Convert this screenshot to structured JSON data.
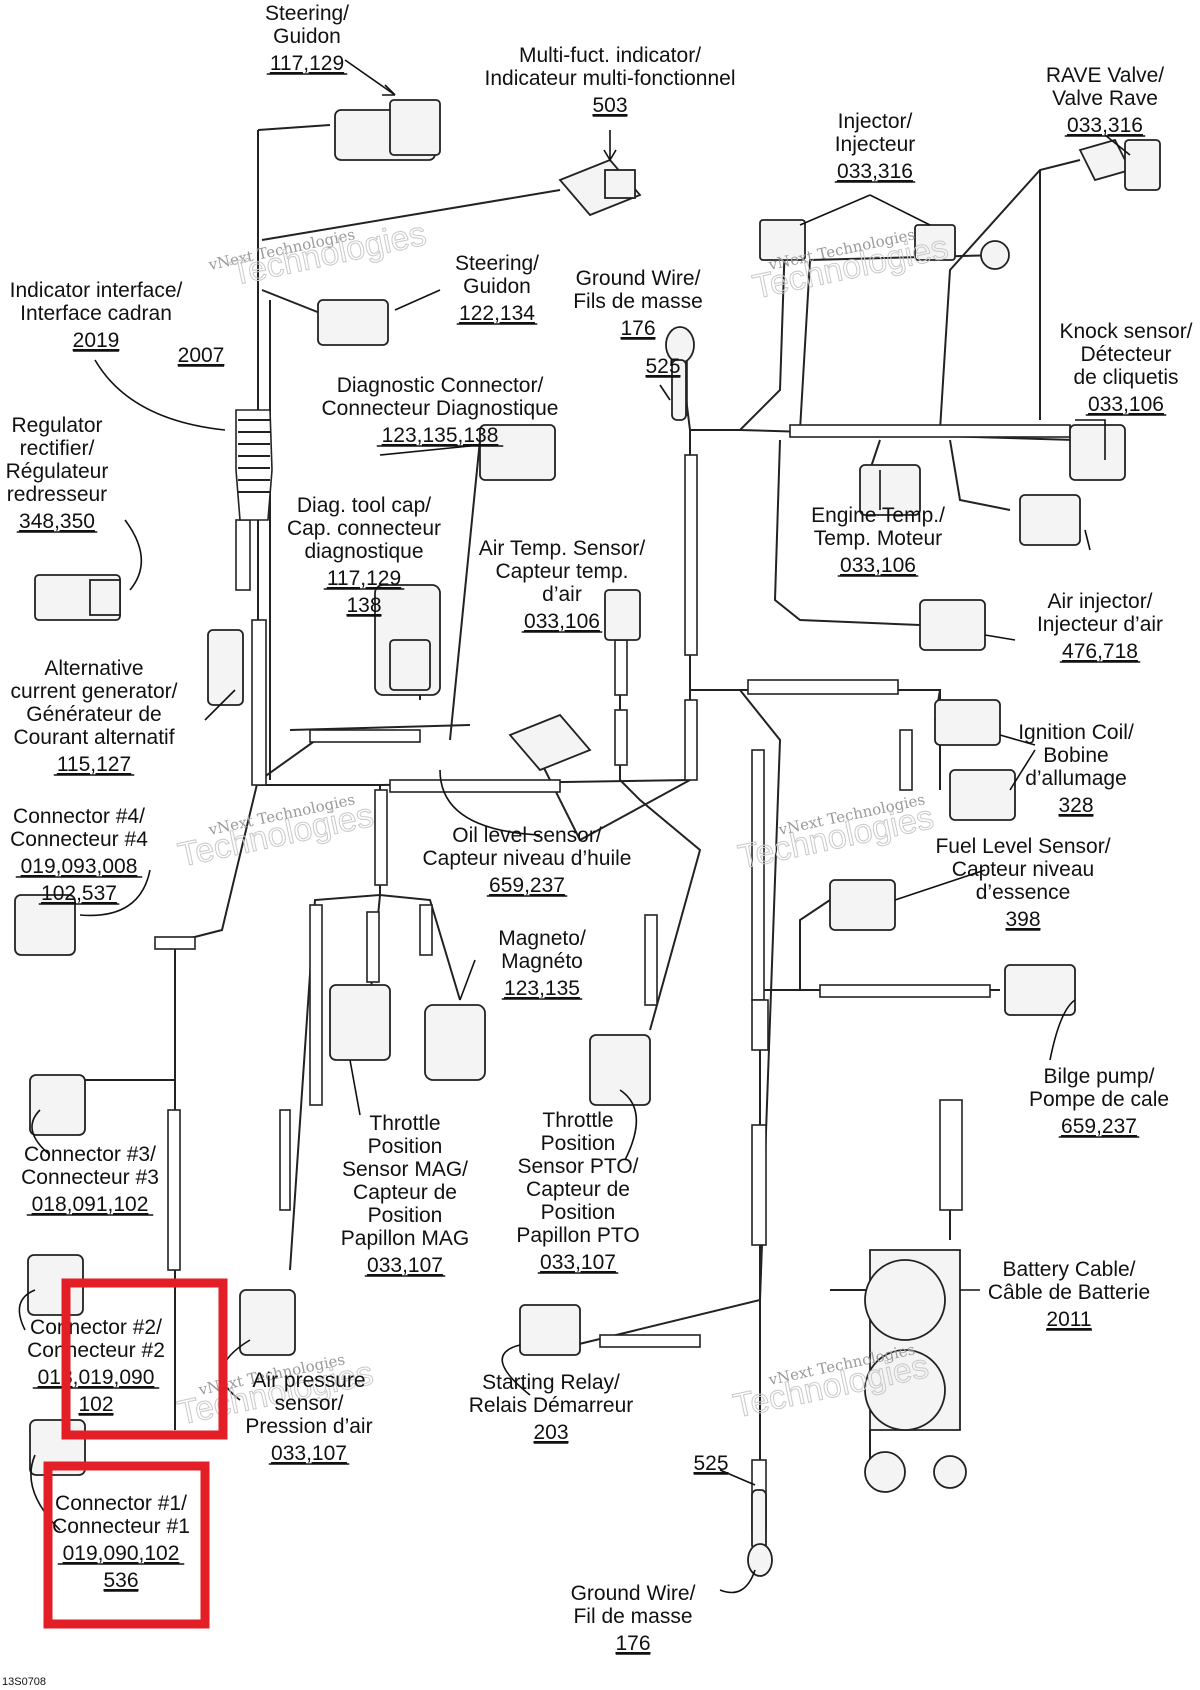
{
  "labels": {
    "steering_top": {
      "lines": [
        "Steering/",
        "Guidon"
      ],
      "ref": "117,129"
    },
    "multi_fuct": {
      "lines": [
        "Multi-fuct. indicator/",
        "Indicateur multi-fonctionnel"
      ],
      "ref": "503"
    },
    "rave_valve": {
      "lines": [
        "RAVE Valve/",
        "Valve Rave"
      ],
      "ref": "033,316"
    },
    "injector": {
      "lines": [
        "Injector/",
        "Injecteur"
      ],
      "ref": "033,316"
    },
    "steering_mid": {
      "lines": [
        "Steering/",
        "Guidon"
      ],
      "ref": "122,134"
    },
    "ground_top": {
      "lines": [
        "Ground Wire/",
        "Fils de masse"
      ],
      "ref": "176"
    },
    "ground_top_525": {
      "lines": [],
      "ref": "525"
    },
    "indicator_if": {
      "lines": [
        "Indicator interface/",
        "Interface cadran"
      ],
      "ref": "2019"
    },
    "ref_2007": {
      "lines": [],
      "ref": "2007"
    },
    "knock": {
      "lines": [
        "Knock sensor/",
        "Détecteur",
        "de cliquetis"
      ],
      "ref": "033,106"
    },
    "diag_conn": {
      "lines": [
        "Diagnostic Connector/",
        "Connecteur Diagnostique"
      ],
      "ref": "123,135,138"
    },
    "regulator": {
      "lines": [
        "Regulator",
        "rectifier/",
        "Régulateur",
        "redresseur"
      ],
      "ref": "348,350"
    },
    "diag_cap": {
      "lines": [
        "Diag. tool cap/",
        "Cap. connecteur",
        "diagnostique"
      ],
      "ref": "117,129",
      "ref2": "138"
    },
    "air_temp": {
      "lines": [
        "Air Temp. Sensor/",
        "Capteur temp.",
        "d’air"
      ],
      "ref": "033,106"
    },
    "engine_temp": {
      "lines": [
        "Engine Temp./",
        "Temp. Moteur"
      ],
      "ref": "033,106"
    },
    "air_injector": {
      "lines": [
        "Air injector/",
        "Injecteur d’air"
      ],
      "ref": "476,718"
    },
    "alternator": {
      "lines": [
        "Alternative",
        "current generator/",
        "Générateur de",
        "Courant alternatif"
      ],
      "ref": "115,127"
    },
    "ignition": {
      "lines": [
        "Ignition Coil/",
        "Bobine",
        "d’allumage"
      ],
      "ref": "328"
    },
    "connector4": {
      "lines": [
        "Connector #4/",
        "Connecteur #4"
      ],
      "ref": "019,093,008",
      "ref2": "102,537"
    },
    "oil_level": {
      "lines": [
        "Oil level sensor/",
        "Capteur niveau d’huile"
      ],
      "ref": "659,237"
    },
    "fuel_level": {
      "lines": [
        "Fuel Level Sensor/",
        "Capteur niveau",
        "d’essence"
      ],
      "ref": "398"
    },
    "magneto": {
      "lines": [
        "Magneto/",
        "Magnéto"
      ],
      "ref": "123,135"
    },
    "bilge": {
      "lines": [
        "Bilge pump/",
        "Pompe de cale"
      ],
      "ref": "659,237"
    },
    "connector3": {
      "lines": [
        "Connector #3/",
        "Connecteur #3"
      ],
      "ref": "018,091,102"
    },
    "tps_mag": {
      "lines": [
        "Throttle",
        "Position",
        "Sensor MAG/",
        "Capteur de",
        "Position",
        "Papillon MAG"
      ],
      "ref": "033,107"
    },
    "tps_pto": {
      "lines": [
        "Throttle",
        "Position",
        "Sensor PTO/",
        "Capteur de",
        "Position",
        "Papillon PTO"
      ],
      "ref": "033,107"
    },
    "battery": {
      "lines": [
        "Battery Cable/",
        "Câble de Batterie"
      ],
      "ref": "2011"
    },
    "connector2": {
      "lines": [
        "Connector #2/",
        "Connecteur #2"
      ],
      "ref": "018,019,090",
      "ref2": "102"
    },
    "air_pressure": {
      "lines": [
        "Air pressure",
        "sensor/",
        "Pression d’air"
      ],
      "ref": "033,107"
    },
    "starting_relay": {
      "lines": [
        "Starting Relay/",
        "Relais Démarreur"
      ],
      "ref": "203"
    },
    "connector1": {
      "lines": [
        "Connector #1/",
        "Connecteur #1"
      ],
      "ref": "019,090,102",
      "ref2": "536"
    },
    "ground_bottom_525": {
      "lines": [],
      "ref": "525"
    },
    "ground_bottom": {
      "lines": [
        "Ground Wire/",
        "Fil de masse"
      ],
      "ref": "176"
    }
  },
  "watermark": {
    "line1": "vNext Technologies",
    "line2": "Technologies",
    "brand": "vNext"
  },
  "figure_code": "13S0708",
  "colors": {
    "highlight": "#e41e26",
    "ink": "#111111"
  }
}
